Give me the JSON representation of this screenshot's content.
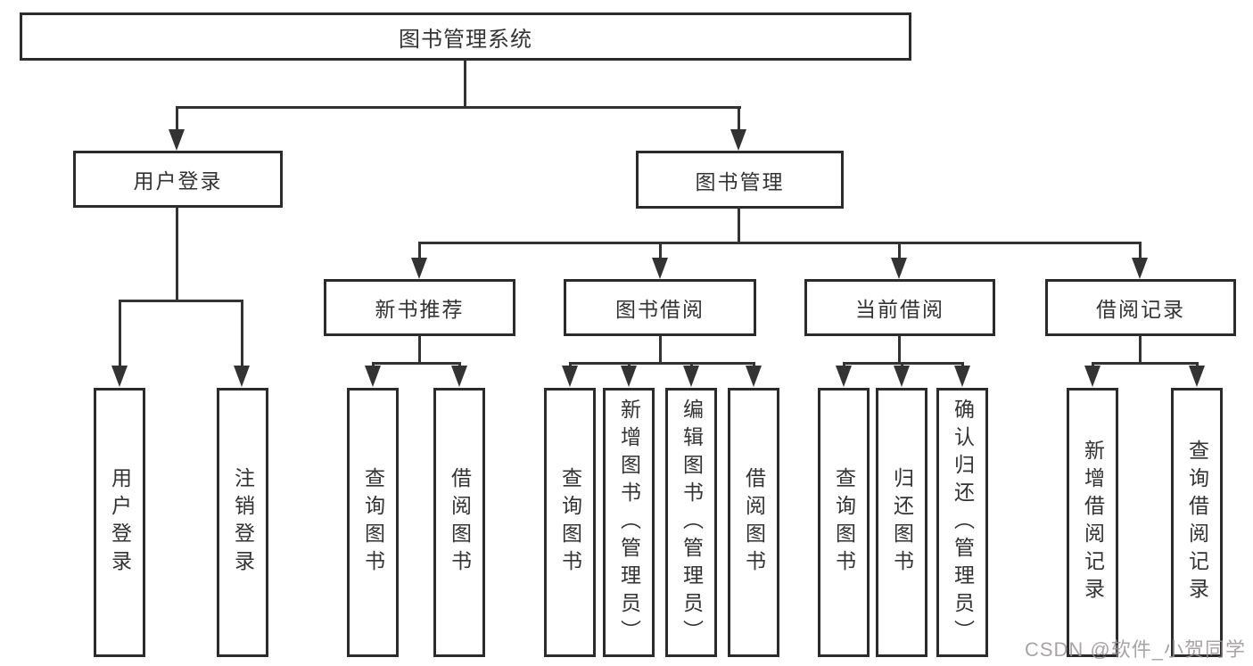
{
  "root": {
    "label": "图书管理系统"
  },
  "branches": {
    "user_login": {
      "label": "用户登录",
      "children": [
        "用户登录",
        "注销登录"
      ]
    },
    "book_management": {
      "label": "图书管理"
    }
  },
  "modules": [
    {
      "label": "新书推荐",
      "children": [
        "查询图书",
        "借阅图书"
      ]
    },
    {
      "label": "图书借阅",
      "children": [
        "查询图书",
        "新增图书（管理员）",
        "编辑图书（管理员）",
        "借阅图书"
      ]
    },
    {
      "label": "当前借阅",
      "children": [
        "查询图书",
        "归还图书",
        "确认归还（管理员）"
      ]
    },
    {
      "label": "借阅记录",
      "children": [
        "新增借阅记录",
        "查询借阅记录"
      ]
    }
  ],
  "watermark": "CSDN @软件_小贺同学",
  "colors": {
    "background": "#ffffff",
    "line": "#333333",
    "box_border": "#2b2b2b",
    "text": "#333333",
    "watermark": "#9a9396"
  }
}
